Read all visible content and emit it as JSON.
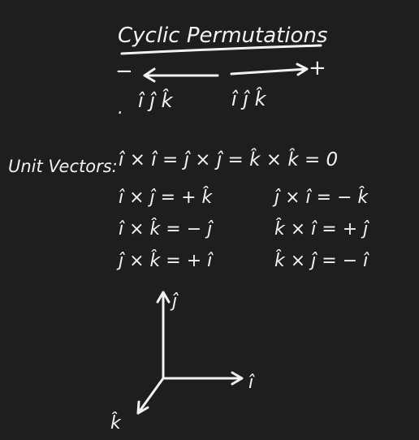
{
  "title": "Cyclic Permutations",
  "cycle": {
    "minus_sign": "−",
    "plus_sign": "+",
    "dot": ".",
    "left_seq": "î ĵ k̂",
    "right_seq": "î ĵ k̂"
  },
  "unit_vectors": {
    "label": "Unit Vectors:",
    "identity": "î × î = ĵ × ĵ = k̂ × k̂ = 0",
    "rows_left": [
      "î × ĵ = + k̂",
      "î × k̂ = − ĵ",
      "ĵ × k̂ = + î"
    ],
    "rows_right": [
      "ĵ × î = − k̂",
      "k̂ × î = + ĵ",
      "k̂ × ĵ = − î"
    ]
  },
  "axes": {
    "y_label": "ĵ",
    "x_label": "î",
    "z_label": "k̂"
  }
}
